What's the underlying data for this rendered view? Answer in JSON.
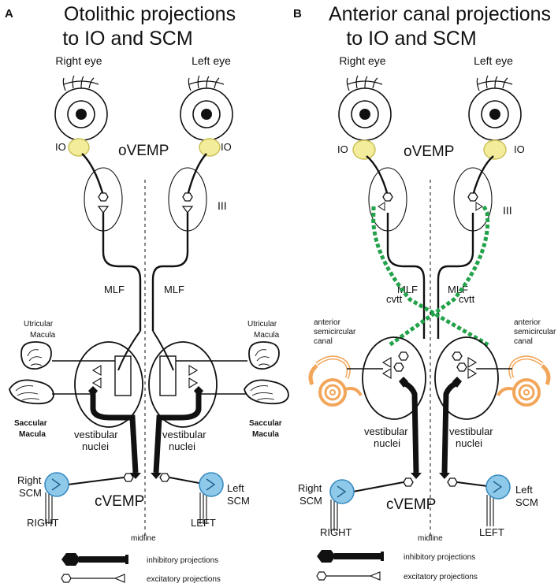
{
  "panel_a": {
    "letter": "A",
    "title_line1": "Otolithic projections",
    "title_line2": "to IO and SCM",
    "right_eye": "Right eye",
    "left_eye": "Left eye",
    "io_right": "IO",
    "io_left": "IO",
    "ovemp": "oVEMP",
    "nucleus_iii": "III",
    "mlf_left": "MLF",
    "mlf_right": "MLF",
    "utricular_left_1": "Utricular",
    "utricular_left_2": "Macula",
    "utricular_right_1": "Utricular",
    "utricular_right_2": "Macula",
    "saccular_left_1": "Saccular",
    "saccular_left_2": "Macula",
    "saccular_right_1": "Saccular",
    "saccular_right_2": "Macula",
    "vestibular_left_1": "vestibular",
    "vestibular_left_2": "nuclei",
    "vestibular_right_1": "vestibular",
    "vestibular_right_2": "nuclei",
    "right_scm_1": "Right",
    "right_scm_2": "SCM",
    "left_scm_1": "Left",
    "left_scm_2": "SCM",
    "cvemp": "cVEMP",
    "right_label": "RIGHT",
    "left_label": "LEFT",
    "midline": "midline",
    "legend_inhibitory": "inhibitory projections",
    "legend_excitatory": "excitatory projections"
  },
  "panel_b": {
    "letter": "B",
    "title_line1": "Anterior canal projections",
    "title_line2": "to IO and SCM",
    "right_eye": "Right eye",
    "left_eye": "Left eye",
    "io_right": "IO",
    "io_left": "IO",
    "ovemp": "oVEMP",
    "nucleus_iii": "III",
    "mlf_left": "MLF",
    "mlf_right": "MLF",
    "cvtt_left": "cvtt",
    "cvtt_right": "cvtt",
    "canal_left_1": "anterior",
    "canal_left_2": "semicircular",
    "canal_left_3": "canal",
    "canal_right_1": "anterior",
    "canal_right_2": "semicircular",
    "canal_right_3": "canal",
    "vestibular_left_1": "vestibular",
    "vestibular_left_2": "nuclei",
    "vestibular_right_1": "vestibular",
    "vestibular_right_2": "nuclei",
    "right_scm_1": "Right",
    "right_scm_2": "SCM",
    "left_scm_1": "Left",
    "left_scm_2": "SCM",
    "cvemp": "cVEMP",
    "right_label": "RIGHT",
    "left_label": "LEFT",
    "midline": "midline",
    "legend_inhibitory": "inhibitory projections",
    "legend_excitatory": "excitatory projections"
  },
  "colors": {
    "io_fill": "#f3ec9a",
    "io_stroke": "#c9bf55",
    "scm_fill": "#8ec9ea",
    "scm_stroke": "#3a8cc0",
    "cvtt_green": "#22a24a",
    "canal_orange": "#f2a65a"
  },
  "icons": {
    "eye": "eye-icon",
    "utricle": "utricle-icon",
    "saccule": "saccule-icon",
    "canal": "semicircular-canal-icon",
    "scm": "muscle-icon"
  }
}
